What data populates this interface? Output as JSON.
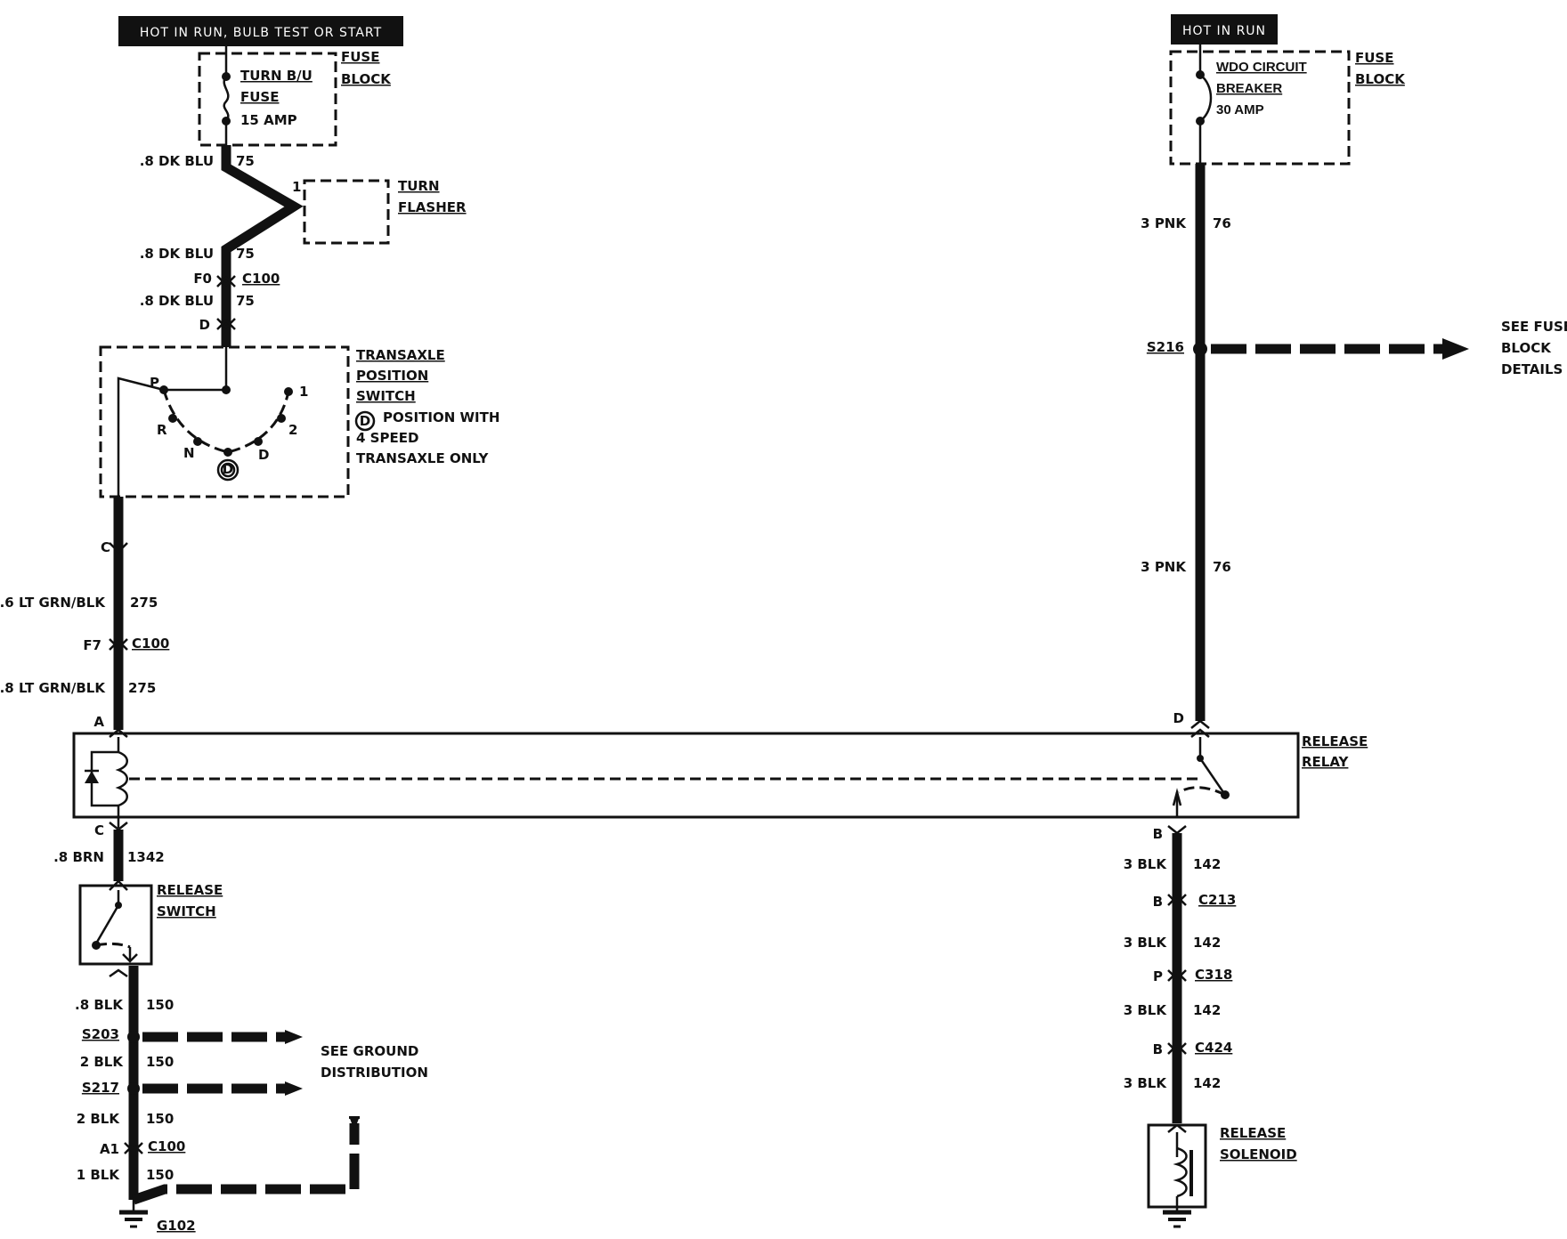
{
  "left_circuit": {
    "header": "HOT IN RUN, BULB TEST OR START",
    "fuse_block_label": [
      "FUSE",
      "BLOCK"
    ],
    "fuse_name": [
      "TURN B/U",
      "FUSE"
    ],
    "fuse_rating": "15 AMP",
    "wire1": {
      "gauge_color": ".8 DK BLU",
      "circuit": "75"
    },
    "flasher_pin": "1",
    "flasher_label": [
      "TURN",
      "FLASHER"
    ],
    "wire2": {
      "gauge_color": ".8 DK BLU",
      "circuit": "75"
    },
    "conn1": {
      "pin": "F0",
      "name": "C100"
    },
    "wire3": {
      "gauge_color": ".8 DK BLU",
      "circuit": "75"
    },
    "conn2_pin": "D",
    "switch_label": [
      "TRANSAXLE",
      "POSITION",
      "SWITCH"
    ],
    "switch_note": [
      "POSITION WITH",
      "4 SPEED",
      "TRANSAXLE ONLY"
    ],
    "switch_note_symbol": "D",
    "switch_positions": [
      "P",
      "R",
      "N",
      "D",
      "D",
      "2",
      "1"
    ],
    "conn3_pin": "C",
    "wire4": {
      "gauge_color": ".6 LT GRN/BLK",
      "circuit": "275"
    },
    "conn4": {
      "pin": "F7",
      "name": "C100"
    },
    "wire5": {
      "gauge_color": ".8 LT GRN/BLK",
      "circuit": "275"
    },
    "relay_pin_a": "A",
    "relay_pin_c": "C",
    "wire6": {
      "gauge_color": ".8 BRN",
      "circuit": "1342"
    },
    "release_switch_label": [
      "RELEASE",
      "SWITCH"
    ],
    "wire7": {
      "gauge_color": ".8 BLK",
      "circuit": "150"
    },
    "splice1": "S203",
    "wire8": {
      "gauge_color": "2 BLK",
      "circuit": "150"
    },
    "splice2": "S217",
    "ground_note": [
      "SEE GROUND",
      "DISTRIBUTION"
    ],
    "wire9": {
      "gauge_color": "2 BLK",
      "circuit": "150"
    },
    "conn5": {
      "pin": "A1",
      "name": "C100"
    },
    "wire10": {
      "gauge_color": "1 BLK",
      "circuit": "150"
    },
    "ground": "G102"
  },
  "right_circuit": {
    "header": "HOT IN RUN",
    "fuse_block_label": [
      "FUSE",
      "BLOCK"
    ],
    "breaker_name": [
      "WDO CIRCUIT",
      "BREAKER"
    ],
    "breaker_rating": "30 AMP",
    "wire1": {
      "gauge_color": "3 PNK",
      "circuit": "76"
    },
    "splice": "S216",
    "fuse_note": [
      "SEE FUSE",
      "BLOCK",
      "DETAILS"
    ],
    "wire2": {
      "gauge_color": "3 PNK",
      "circuit": "76"
    },
    "relay_pin_d": "D",
    "relay_label": [
      "RELEASE",
      "RELAY"
    ],
    "relay_pin_b": "B",
    "wire3": {
      "gauge_color": "3 BLK",
      "circuit": "142"
    },
    "conn1": {
      "pin": "B",
      "name": "C213"
    },
    "wire4": {
      "gauge_color": "3 BLK",
      "circuit": "142"
    },
    "conn2": {
      "pin": "P",
      "name": "C318"
    },
    "wire5": {
      "gauge_color": "3 BLK",
      "circuit": "142"
    },
    "conn3": {
      "pin": "B",
      "name": "C424"
    },
    "wire6": {
      "gauge_color": "3 BLK",
      "circuit": "142"
    },
    "solenoid_label": [
      "RELEASE",
      "SOLENOID"
    ]
  }
}
